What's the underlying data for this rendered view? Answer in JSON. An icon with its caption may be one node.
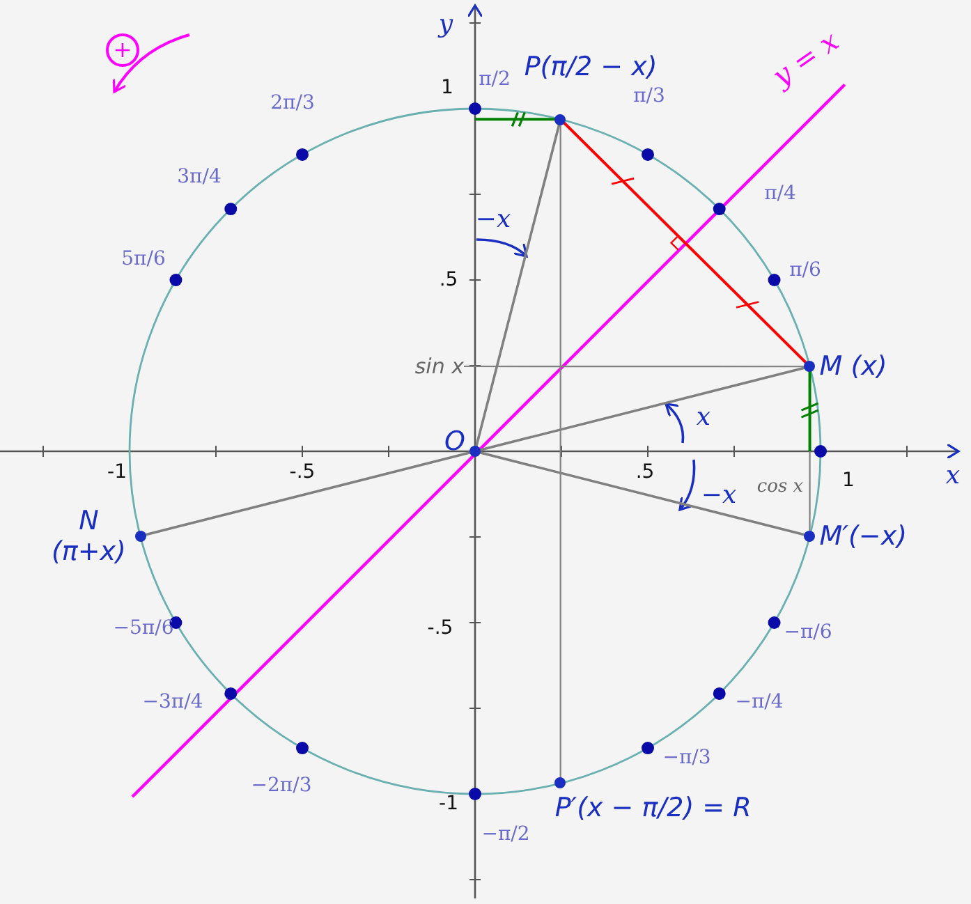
{
  "diagram": {
    "nodes": [
      {
        "text": [
          "O"
        ]
      },
      {
        "text": [
          "P(π/2 − x)"
        ]
      },
      {
        "text": [
          "M (x)"
        ]
      },
      {
        "text": [
          "M′(−x)"
        ]
      },
      {
        "text": [
          "N (π+x)"
        ]
      },
      {
        "text": [
          "P′(x − π/2) = R"
        ]
      },
      {
        "text": [
          "sin x"
        ]
      }
    ],
    "edges": [
      {
        "from": 0,
        "to": 2,
        "arrow": "none"
      },
      {
        "from": 0,
        "to": 1,
        "arrow": "none"
      },
      {
        "from": 0,
        "to": 3,
        "arrow": "none"
      },
      {
        "from": 0,
        "to": 4,
        "arrow": "none"
      },
      {
        "from": 1,
        "to": 2,
        "arrow": "none",
        "color": "#ff0000"
      },
      {
        "from": 1,
        "to": 5,
        "arrow": "none"
      },
      {
        "from": 2,
        "to": 6,
        "arrow": "none"
      },
      {
        "from": 1,
        "to": null,
        "arrow": "none",
        "color": "#008000"
      },
      {
        "from": 2,
        "to": null,
        "arrow": "none",
        "color": "#008000"
      },
      {
        "from": 3,
        "to": null,
        "arrow": "none"
      }
    ],
    "labels": [
      "+",
      "y",
      "-1",
      "-.5",
      ".5",
      "1",
      "x",
      "1",
      ".5",
      "-.5",
      "-1",
      "π/2",
      "π/3",
      "π/4",
      "π/6",
      "2π/3",
      "3π/4",
      "5π/6",
      "−5π/6",
      "−3π/4",
      "−2π/3",
      "−π/2",
      "−π/3",
      "−π/4",
      "−π/6",
      "y = x",
      "−x",
      "x",
      "−x",
      "cos x"
    ]
  }
}
